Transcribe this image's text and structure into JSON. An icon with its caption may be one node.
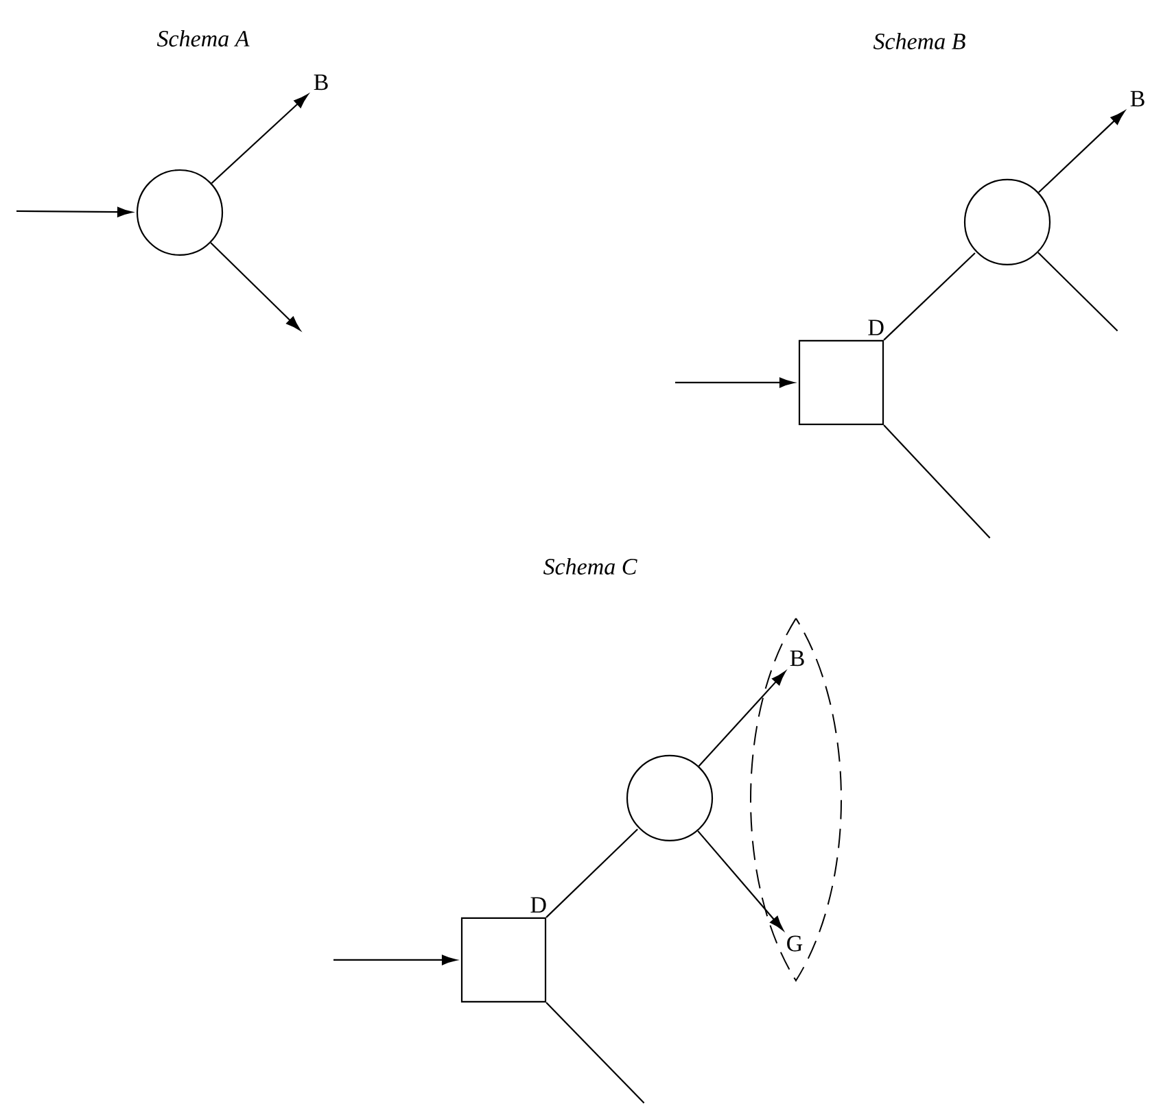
{
  "diagram": {
    "nodes": [
      {
        "text": [],
        "shape": "circle"
      },
      {
        "text": [
          "B"
        ]
      },
      {
        "text": [],
        "shape": "box",
        "beside": [
          "D"
        ]
      },
      {
        "text": [],
        "shape": "circle"
      },
      {
        "text": [
          "B"
        ]
      },
      {
        "text": [],
        "shape": "box",
        "beside": [
          "D"
        ]
      },
      {
        "text": [],
        "shape": "circle"
      },
      {
        "text": [],
        "shape": "ellipse"
      },
      {
        "text": [
          "B"
        ],
        "in": 7
      },
      {
        "text": [
          "G"
        ],
        "in": 7
      }
    ],
    "edges": [
      {
        "from": null,
        "to": 0,
        "arrow": "to"
      },
      {
        "from": 0,
        "to": 1,
        "arrow": "to"
      },
      {
        "from": 0,
        "to": null,
        "arrow": "to"
      },
      {
        "from": null,
        "to": 2,
        "arrow": "to"
      },
      {
        "from": 2,
        "to": 3,
        "arrow": "none"
      },
      {
        "from": 3,
        "to": 4,
        "arrow": "to"
      },
      {
        "from": 3,
        "to": null,
        "arrow": "none"
      },
      {
        "from": 2,
        "to": null,
        "arrow": "none"
      },
      {
        "from": null,
        "to": 5,
        "arrow": "to"
      },
      {
        "from": 5,
        "to": 6,
        "arrow": "none"
      },
      {
        "from": 6,
        "to": 8,
        "arrow": "to"
      },
      {
        "from": 6,
        "to": 9,
        "arrow": "to"
      },
      {
        "from": 5,
        "to": null,
        "arrow": "none"
      }
    ],
    "labels": [
      "Schema A",
      "Schema B",
      "Schema C"
    ]
  }
}
